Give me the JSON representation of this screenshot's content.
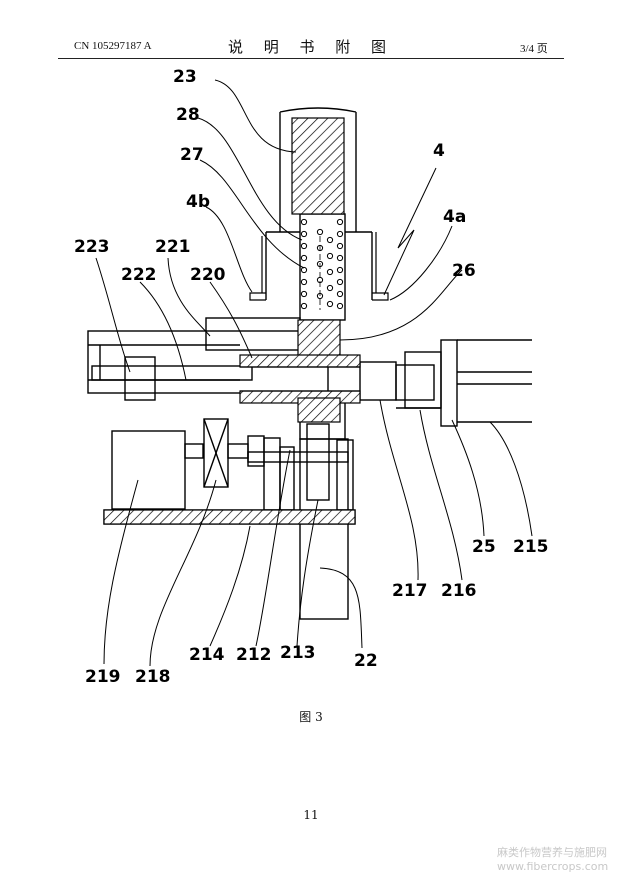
{
  "header": {
    "publication_number": "CN 105297187 A",
    "section_title": "说 明 书 附 图",
    "page_of": "3/4 页"
  },
  "figure": {
    "caption": "图 3",
    "labels": {
      "l23": "23",
      "l28": "28",
      "l27": "27",
      "l4b": "4b",
      "l4": "4",
      "l4a": "4a",
      "l223": "223",
      "l221": "221",
      "l222": "222",
      "l220": "220",
      "l26": "26",
      "l25": "25",
      "l215": "215",
      "l217": "217",
      "l216": "216",
      "l219": "219",
      "l218": "218",
      "l214": "214",
      "l212": "212",
      "l213": "213",
      "l22": "22"
    }
  },
  "footer": {
    "page_number": "11"
  },
  "watermark": {
    "site_name": "麻类作物营养与施肥网",
    "url": "www.fibercrops.com"
  }
}
